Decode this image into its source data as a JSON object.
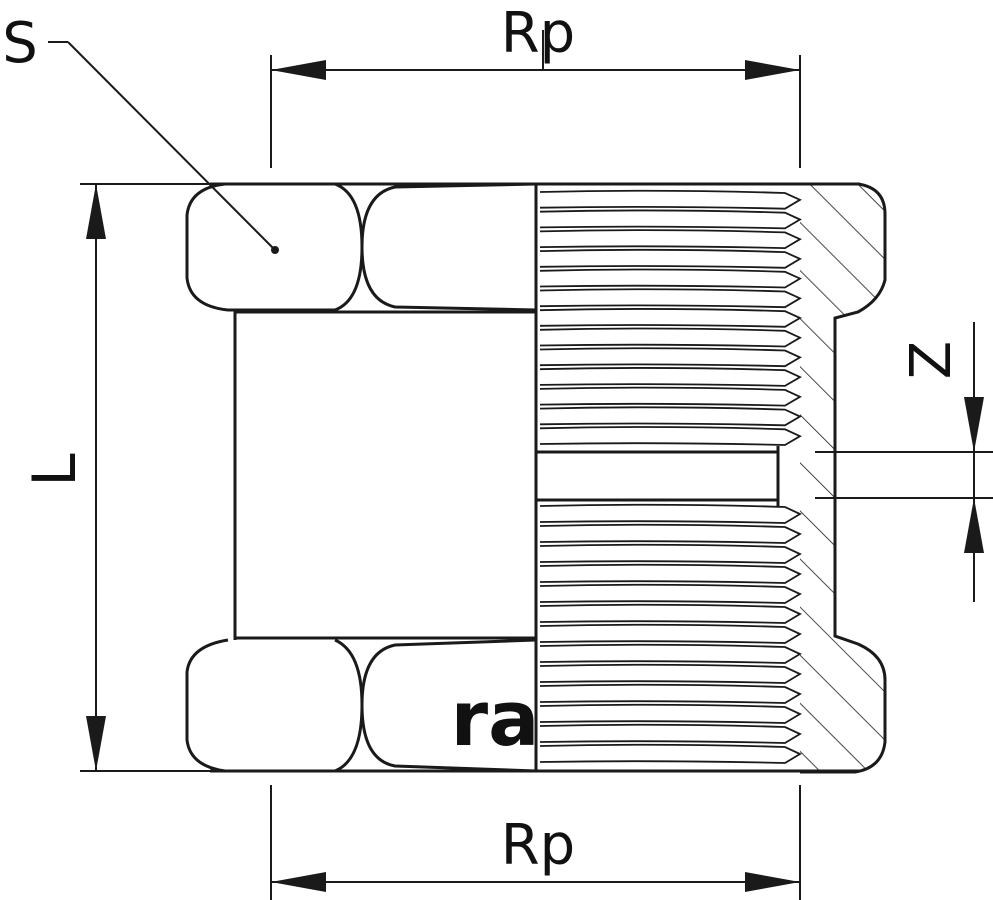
{
  "labels": {
    "s": "S",
    "rp_top": "Rp",
    "rp_bottom": "Rp",
    "l": "L",
    "z": "Z",
    "brand": "ra"
  },
  "colors": {
    "line": "#1a1a1a",
    "background": "#ffffff"
  }
}
